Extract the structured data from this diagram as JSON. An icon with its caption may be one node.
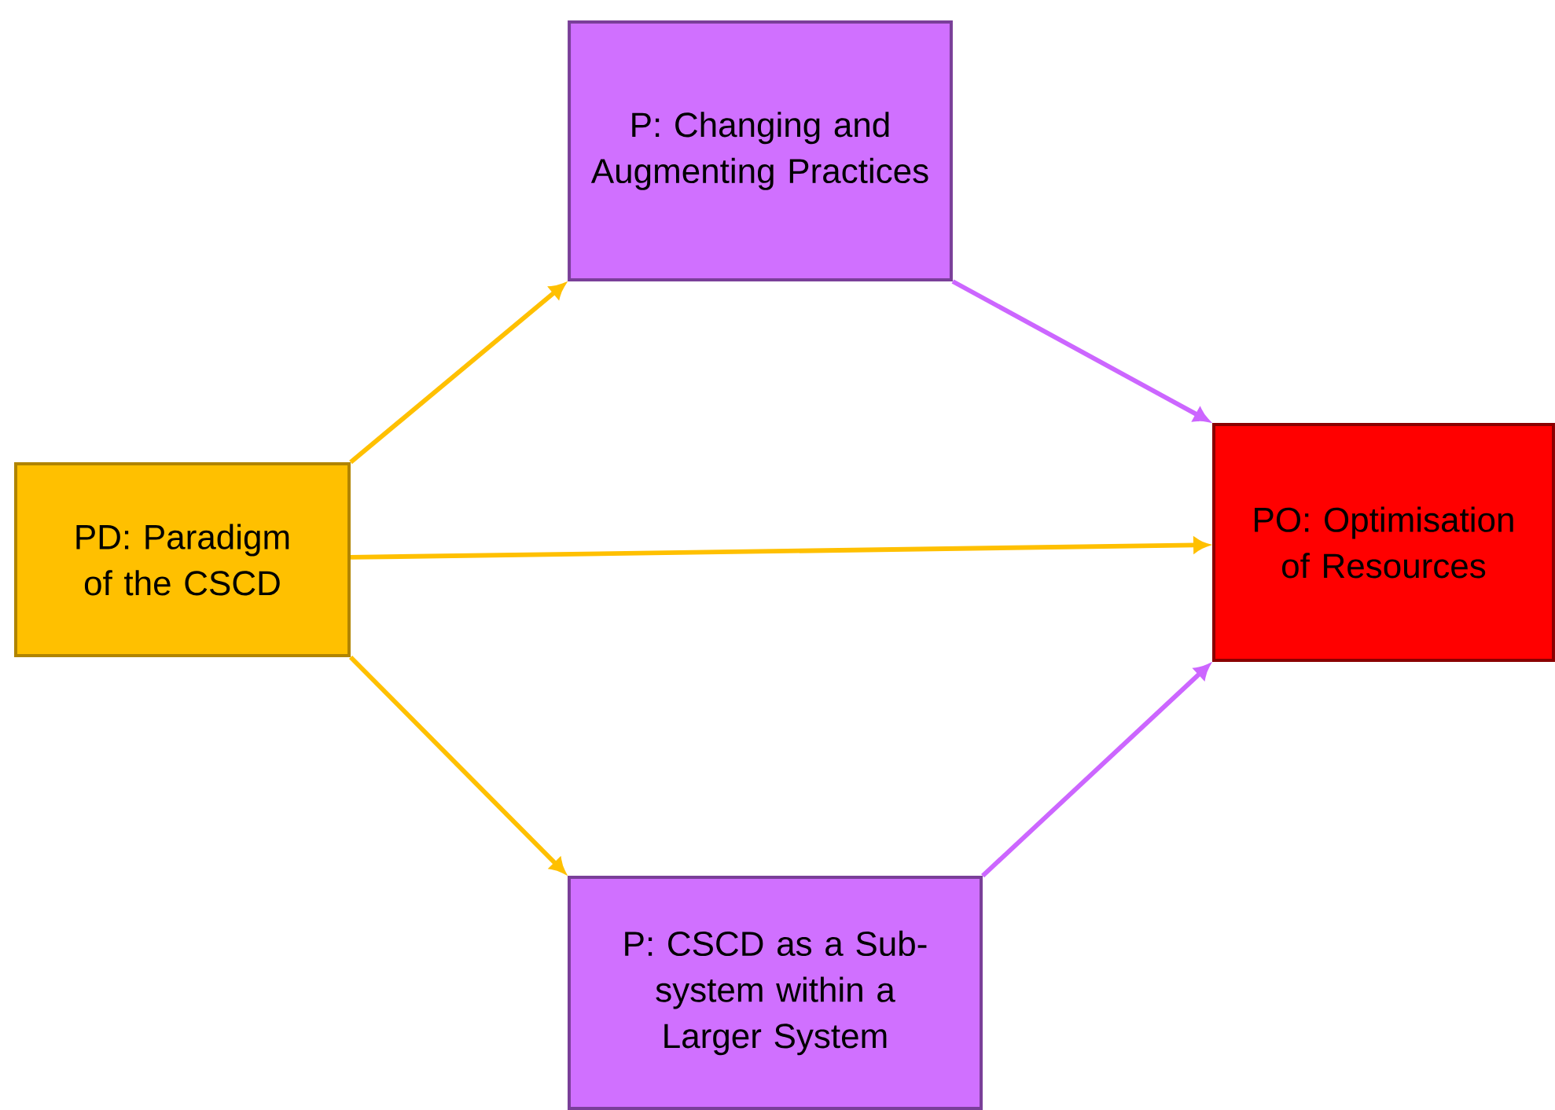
{
  "diagram": {
    "nodes": [
      {
        "text": [
          "PD: Paradigm of the CSCD"
        ]
      },
      {
        "text": [
          "P: Changing and Augmenting Practices"
        ]
      },
      {
        "text": [
          "PO: Optimisation of Resources"
        ]
      },
      {
        "text": [
          "P: CSCD as a Sub-system within a Larger System"
        ]
      }
    ],
    "edges": [
      {
        "from": 0,
        "to": 1,
        "arrow": "to"
      },
      {
        "from": 0,
        "to": 2,
        "arrow": "to"
      },
      {
        "from": 0,
        "to": 3,
        "arrow": "to"
      },
      {
        "from": 1,
        "to": 2,
        "arrow": "to",
        "color": "#cc66ff"
      },
      {
        "from": 3,
        "to": 2,
        "arrow": "to",
        "color": "#cc66ff"
      }
    ]
  }
}
